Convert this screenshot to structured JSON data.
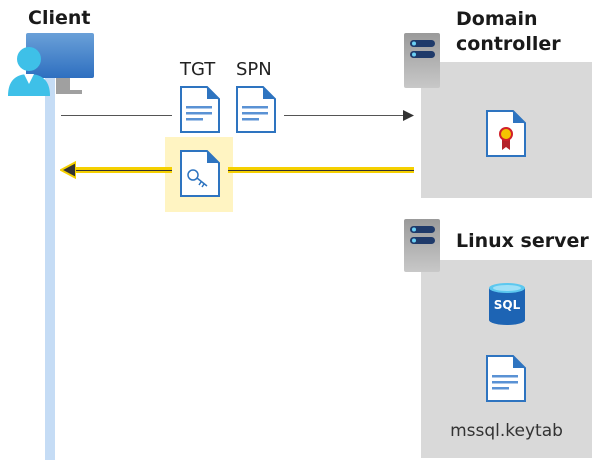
{
  "client": {
    "title": "Client"
  },
  "request": {
    "labels": [
      "TGT",
      "SPN"
    ]
  },
  "domain_controller": {
    "title_line1": "Domain",
    "title_line2": "controller"
  },
  "linux_server": {
    "title": "Linux server",
    "file_label": "mssql.keytab",
    "db_label": "SQL"
  },
  "colors": {
    "lifeline": "#c5dcf5",
    "response_arrow": "#f5d000",
    "highlight": "#fff4c2",
    "server_box": "#d9d9d9",
    "icon_blue": "#2e74c0"
  }
}
